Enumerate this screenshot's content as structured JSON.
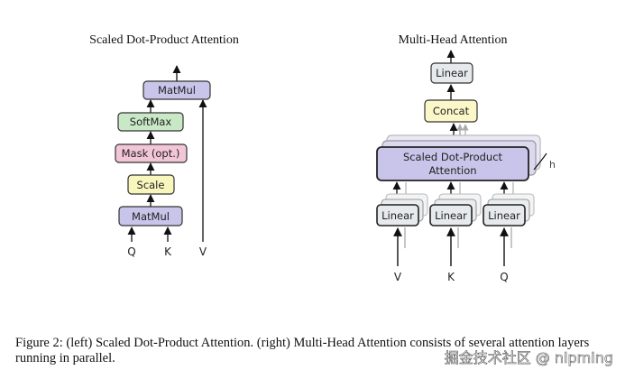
{
  "left": {
    "title": "Scaled Dot-Product Attention",
    "matmul_top": "MatMul",
    "softmax": "SoftMax",
    "mask": "Mask (opt.)",
    "scale": "Scale",
    "matmul_bottom": "MatMul",
    "q": "Q",
    "k": "K",
    "v": "V"
  },
  "right": {
    "title": "Multi-Head Attention",
    "linear_top": "Linear",
    "concat": "Concat",
    "sdpa_line1": "Scaled Dot-Product",
    "sdpa_line2": "Attention",
    "h": "h",
    "linear_v": "Linear",
    "linear_k": "Linear",
    "linear_q": "Linear",
    "v": "V",
    "k": "K",
    "q": "Q"
  },
  "caption": "Figure 2: (left) Scaled Dot-Product Attention. (right) Multi-Head Attention consists of several attention layers running in parallel.",
  "watermark": "掘金技术社区 @ nlpming",
  "colors": {
    "matmul": "#c9c4e9",
    "softmax": "#c9e9c6",
    "mask": "#f2c6d6",
    "scale": "#f9f6bd",
    "linear": "#e6eaec",
    "concat": "#fbf7c8",
    "sdpa": "#c9c4e9"
  }
}
